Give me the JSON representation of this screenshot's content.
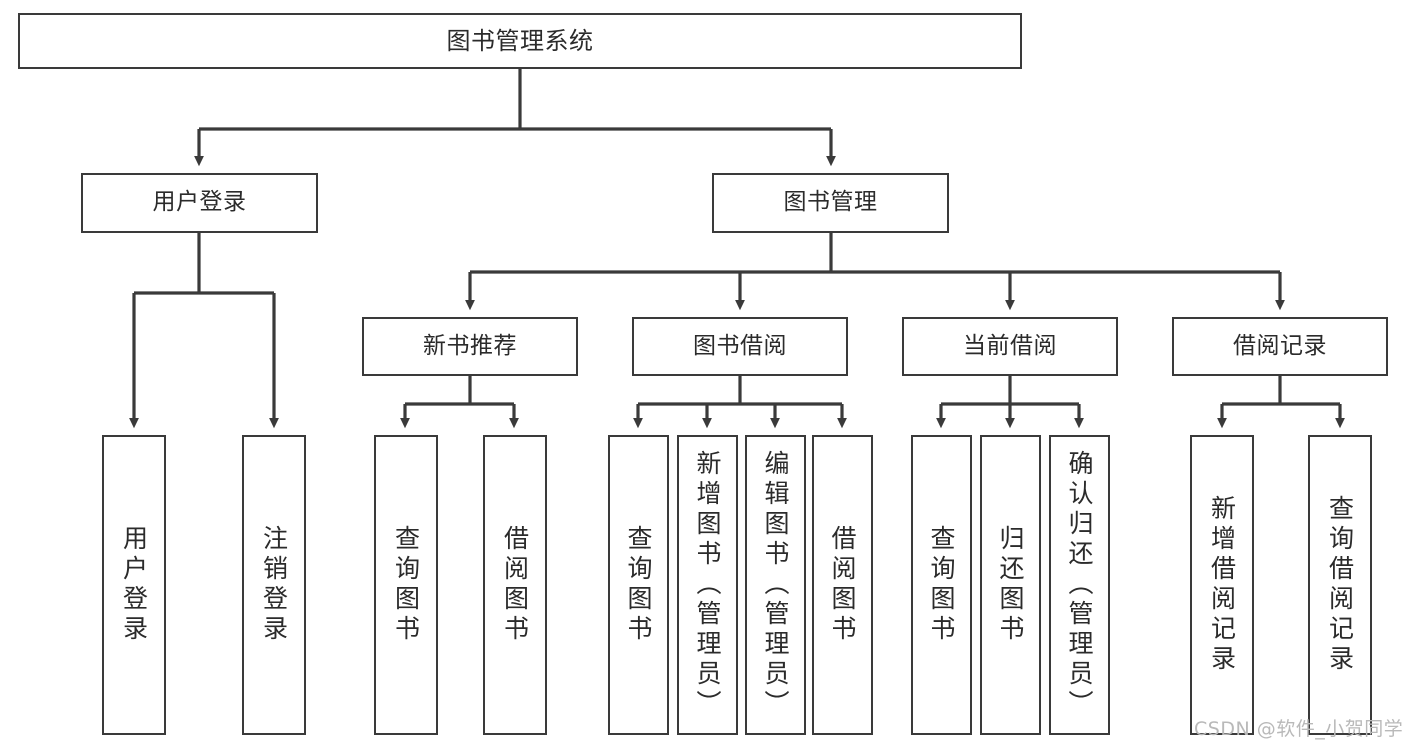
{
  "diagram": {
    "title": "图书管理系统",
    "type": "tree-hierarchy-chart",
    "line_color": "#3a3a3a",
    "box_fill": "#ffffff",
    "text_color": "#2b2b2b"
  },
  "nodes": {
    "root": {
      "label": "图书管理系统"
    },
    "level2": [
      {
        "label": "用户登录"
      },
      {
        "label": "图书管理"
      }
    ],
    "level3": [
      {
        "label": "新书推荐"
      },
      {
        "label": "图书借阅"
      },
      {
        "label": "当前借阅"
      },
      {
        "label": "借阅记录"
      }
    ],
    "leaves_user_login": [
      {
        "label": "用户登录"
      },
      {
        "label": "注销登录"
      }
    ],
    "leaves_new_book": [
      {
        "label": "查询图书"
      },
      {
        "label": "借阅图书"
      }
    ],
    "leaves_borrow": [
      {
        "label": "查询图书"
      },
      {
        "label": "新增图书（管理员）"
      },
      {
        "label": "编辑图书（管理员）"
      },
      {
        "label": "借阅图书"
      }
    ],
    "leaves_current": [
      {
        "label": "查询图书"
      },
      {
        "label": "归还图书"
      },
      {
        "label": "确认归还（管理员）"
      }
    ],
    "leaves_records": [
      {
        "label": "新增借阅记录"
      },
      {
        "label": "查询借阅记录"
      }
    ]
  },
  "watermark": {
    "text": "CSDN @软件_小贺同学"
  }
}
